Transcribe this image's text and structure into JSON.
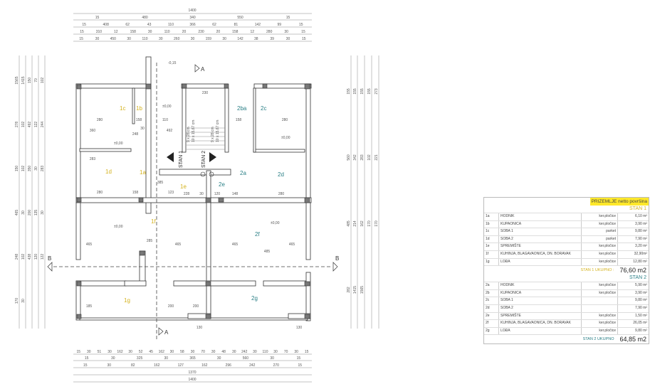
{
  "plan": {
    "top_dims": {
      "total": "1400",
      "row1": [
        "15",
        "480",
        "340",
        "550",
        "15"
      ],
      "row2": [
        "15",
        "408",
        "62",
        "43",
        "110",
        "366",
        "62",
        "81",
        "142",
        "99",
        "15"
      ],
      "row3": [
        "15",
        "310",
        "12",
        "158",
        "30",
        "110",
        "20",
        "230",
        "20",
        "158",
        "12",
        "280",
        "30",
        "15"
      ],
      "row4": [
        "15",
        "30",
        "450",
        "30",
        "110",
        "30",
        "260",
        "30",
        "159",
        "30",
        "142",
        "38",
        "39",
        "30",
        "15"
      ]
    },
    "bottom_dims": {
      "row1": [
        "15",
        "30",
        "51",
        "30",
        "162",
        "30",
        "52",
        "45",
        "162",
        "30",
        "58",
        "30",
        "70",
        "30",
        "48",
        "30",
        "242",
        "30",
        "110",
        "30",
        "70",
        "30",
        "15"
      ],
      "row2": [
        "15",
        "30",
        "325",
        "30",
        "365",
        "30",
        "560",
        "30",
        "15"
      ],
      "row3": [
        "15",
        "30",
        "82",
        "162",
        "127",
        "162",
        "296",
        "242",
        "270",
        "15"
      ],
      "row4": "1370",
      "total": "1400"
    },
    "left_dims": [
      "1565",
      "1415",
      "150",
      "70",
      "102",
      "278",
      "102",
      "492",
      "122",
      "244",
      "150",
      "102",
      "350",
      "30",
      "283",
      "465",
      "30",
      "200",
      "135",
      "30",
      "248",
      "102",
      "438",
      "120",
      "122",
      "170",
      "30"
    ],
    "right_dims": [
      "155",
      "155",
      "155",
      "155",
      "273",
      "560",
      "342",
      "283",
      "102",
      "221",
      "485",
      "214",
      "162",
      "170",
      "170",
      "282",
      "1415",
      "1565"
    ],
    "rooms_stan1": [
      "1a",
      "1b",
      "1c",
      "1d",
      "1e",
      "1f",
      "1g"
    ],
    "rooms_stan2": [
      "2a",
      "2ba",
      "2c",
      "2d",
      "2e",
      "2f",
      "2g"
    ],
    "interior_dims": [
      "280",
      "158",
      "30",
      "110",
      "230",
      "158",
      "280",
      "360",
      "248",
      "492",
      "385",
      "283",
      "280",
      "158",
      "123",
      "228",
      "30",
      "120",
      "148",
      "280",
      "465",
      "285",
      "465",
      "465",
      "485",
      "465",
      "185",
      "200",
      "200",
      "130",
      "130"
    ],
    "stair_labels": [
      "9 x 28 cm",
      "10 x 15,67 cm",
      "9 x 28 cm",
      "10 x 15,67 cm"
    ],
    "stan_labels": [
      "STAN 1",
      "STAN 2"
    ],
    "section_marks": {
      "a": "A",
      "b": "B"
    },
    "levels": [
      "-0,15",
      "±0,00",
      "±0,00",
      "±0,00",
      "±0,00",
      "±0,00"
    ]
  },
  "table": {
    "title": "PRIZEMLJE netto površina",
    "stan1": {
      "label": "STAN 1",
      "rows": [
        {
          "id": "1a",
          "name": "HODNIK",
          "material": "ker.pločice",
          "area": "6,10 m²"
        },
        {
          "id": "1b",
          "name": "KUPAONICA",
          "material": "ker.pločice",
          "area": "3,90 m²"
        },
        {
          "id": "1c",
          "name": "SOBA 1",
          "material": "parket",
          "area": "9,80 m²"
        },
        {
          "id": "1d",
          "name": "SOBA 2",
          "material": "parket",
          "area": "7,90 m²"
        },
        {
          "id": "1e",
          "name": "SPREMIŠTE",
          "material": "ker.pločice",
          "area": "3,20 m²"
        },
        {
          "id": "1f",
          "name": "KUHINJA, BLAGAVAONICA, DN. BORAVAK",
          "material": "ker.pločice",
          "area": "32,90m²"
        },
        {
          "id": "1g",
          "name": "LOĐA",
          "material": "ker.pločice",
          "area": "12,80 m²"
        }
      ],
      "total_label": "STAN 1 UKUPNO :",
      "total": "76,60 m2"
    },
    "stan2": {
      "label": "STAN 2",
      "rows": [
        {
          "id": "2a",
          "name": "HODNIK",
          "material": "ker.pločice",
          "area": "5,90 m²"
        },
        {
          "id": "2b",
          "name": "KUPAONICA",
          "material": "ker.pločice",
          "area": "3,90 m²"
        },
        {
          "id": "2c",
          "name": "SOBA 1",
          "material": "",
          "area": "9,80 m²"
        },
        {
          "id": "2d",
          "name": "SOBA 2",
          "material": "",
          "area": "7,90 m²"
        },
        {
          "id": "2e",
          "name": "SPREMIŠTE",
          "material": "ker.pločice",
          "area": "1,50 m²"
        },
        {
          "id": "2f",
          "name": "KUHINJA, BLAGAVAONICA, DN. BORAVAK",
          "material": "ker.pločice",
          "area": "26,05 m²"
        },
        {
          "id": "2g",
          "name": "LOĐA",
          "material": "ker.pločice",
          "area": "9,80 m²"
        }
      ],
      "total_label": "STAN 2 UKUPNO",
      "total": "64,85 m2"
    },
    "colors": {
      "stan1": "#d4b21e",
      "stan2": "#2a7f86",
      "highlight": "#ffe82a"
    }
  }
}
